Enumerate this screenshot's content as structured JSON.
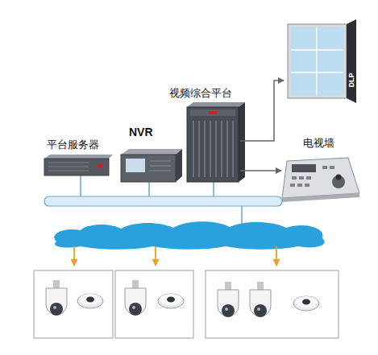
{
  "diagram": {
    "nodes": [
      {
        "text": [
          "平台服务器"
        ]
      },
      {
        "text": [
          "NVR"
        ]
      },
      {
        "text": [
          "视频综合平台"
        ]
      },
      {
        "text": [
          "电视墙"
        ]
      }
    ],
    "edges": [
      {
        "from": 2,
        "to": 3,
        "arrow": "to"
      }
    ],
    "labels": [
      "DLP"
    ]
  }
}
